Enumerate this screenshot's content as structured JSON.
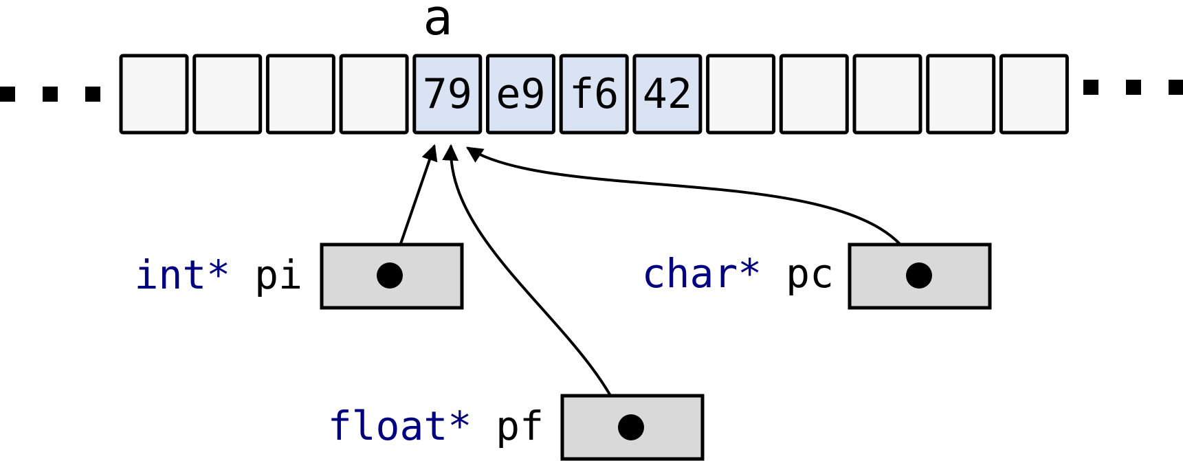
{
  "memory": {
    "label": "a",
    "cells": [
      "",
      "",
      "",
      "",
      "79",
      "e9",
      "f6",
      "42",
      "",
      "",
      "",
      "",
      ""
    ],
    "highlighted_range": [
      4,
      7
    ],
    "colors": {
      "empty": "#f7f7f7",
      "highlight": "#dae3f3"
    }
  },
  "pointers": {
    "pi": {
      "type": "int*",
      "name": "pi",
      "target_index": 4
    },
    "pf": {
      "type": "float*",
      "name": "pf",
      "target_index": 4
    },
    "pc": {
      "type": "char*",
      "name": "pc",
      "target_index": 4
    }
  },
  "colors": {
    "type_keyword": "#000080",
    "text": "#000000",
    "pointer_box": "#d9d9d9"
  }
}
